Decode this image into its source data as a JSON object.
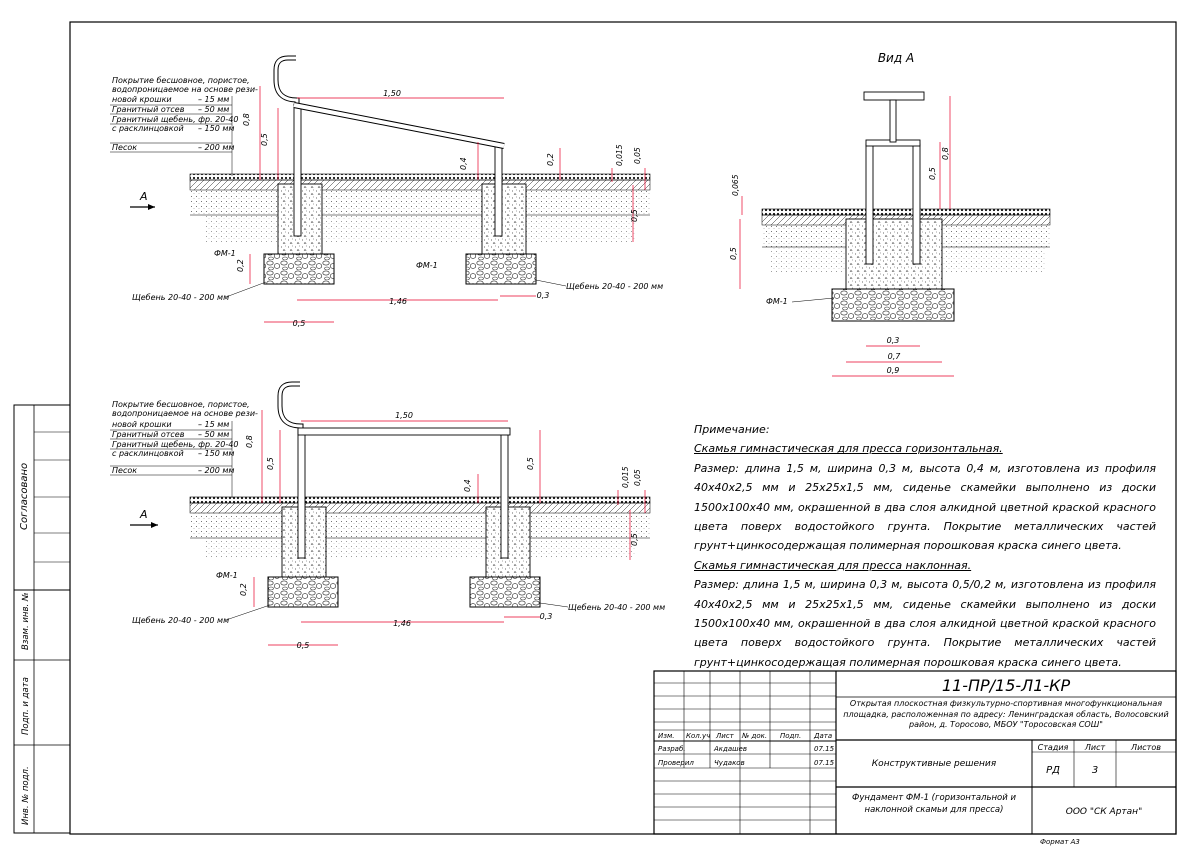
{
  "drawing_top": {
    "layers": [
      "Покрытие бесшовное, пористое,",
      "водопроницаемое на основе рези-",
      "новой крошки",
      "– 15 мм",
      "Гранитный отсев",
      "– 50 мм",
      "Гранитный щебень, фр. 20-40",
      "с расклинцовкой",
      "– 150 мм",
      "Песок",
      "– 200 мм"
    ],
    "dims": [
      "1,50",
      "0,8",
      "0,5",
      "0,4",
      "0,2",
      "0,015",
      "0,05",
      "0,5",
      "0,2",
      "1,46",
      "0,5",
      "0,3"
    ],
    "label_fm_left": "ФМ-1",
    "label_fm_right": "ФМ-1",
    "label_gravel_left": "Щебень 20-40 - 200 мм",
    "label_gravel_right": "Щебень 20-40 - 200 мм",
    "section_mark": "А"
  },
  "drawing_bottom": {
    "layers": [
      "Покрытие бесшовное, пористое,",
      "водопроницаемое на основе рези-",
      "новой крошки",
      "– 15 мм",
      "Гранитный отсев",
      "– 50 мм",
      "Гранитный щебень, фр. 20-40",
      "с расклинцовкой",
      "– 150 мм",
      "Песок",
      "– 200 мм"
    ],
    "dims": [
      "1,50",
      "0,8",
      "0,5",
      "0,5",
      "0,4",
      "0,015",
      "0,05",
      "0,5",
      "0,2",
      "1,46",
      "0,5",
      "0,3"
    ],
    "label_fm_left": "ФМ-1",
    "label_gravel_left": "Щебень 20-40 - 200 мм",
    "label_gravel_right": "Щебень 20-40 - 200 мм",
    "section_mark": "А"
  },
  "view_a": {
    "title": "Вид А",
    "dims": [
      "0,8",
      "0,5",
      "0,065",
      "0,5",
      "0,3",
      "0,7",
      "0,9"
    ],
    "label_fm": "ФМ-1"
  },
  "notes": {
    "heading": "Примечание:",
    "h1": "Скамья гимнастическая для пресса горизонтальная.",
    "p1": "Размер: длина 1,5 м, ширина 0,3 м, высота 0,4 м, изготовлена из профиля 40х40х2,5 мм и 25х25х1,5 мм, сиденье скамейки выполнено из доски 1500х100х40 мм, окрашенной в два слоя алкидной цветной краской красного цвета поверх водостойкого грунта. Покрытие металлических частей грунт+цинкосодержащая полимерная порошковая краска синего цвета.",
    "h2": "Скамья гимнастическая для пресса наклонная.",
    "p2": "Размер: длина 1,5 м, ширина 0,3 м, высота 0,5/0,2 м, изготовлена из профиля 40х40х2,5 мм и 25х25х1,5 мм, сиденье скамейки выполнено из доски 1500х100х40 мм, окрашенной в два слоя алкидной цветной краской красного цвета поверх водостойкого грунта. Покрытие металлических частей грунт+цинкосодержащая полимерная порошковая краска синего цвета."
  },
  "side_stamp": {
    "agreed": "Согласовано",
    "vzam": "Взам. инв. №",
    "sign_date": "Подп. и дата",
    "inv": "Инв. № подл."
  },
  "title_block": {
    "code": "11-ПР/15-Л1-КР",
    "object": "Открытая плоскостная физкультурно-спортивная многофункциональная площадка, расположенная по адресу: Ленинградская область, Волосовский район, д. Торосово, МБОУ \"Торосовская СОШ\"",
    "col_izm": "Изм.",
    "col_kol": "Кол.уч",
    "col_list": "Лист",
    "col_doc": "№ док.",
    "col_podp": "Подп.",
    "col_data": "Дата",
    "role1": "Разраб.",
    "name1": "Акдашев",
    "date1": "07.15",
    "role2": "Проверил",
    "name2": "Чудаков",
    "date2": "07.15",
    "section": "Конструктивные решения",
    "stage_h": "Стадия",
    "list_h": "Лист",
    "lists_h": "Листов",
    "stage": "РД",
    "list": "3",
    "sheet_title": "Фундамент ФМ-1 (горизонтальной и наклонной скамьи для пресса)",
    "company": "ООО \"СК Артан\"",
    "format": "Формат А3"
  },
  "colors": {
    "line": "#000000",
    "dimension": "#e8002a",
    "paper": "#ffffff"
  }
}
